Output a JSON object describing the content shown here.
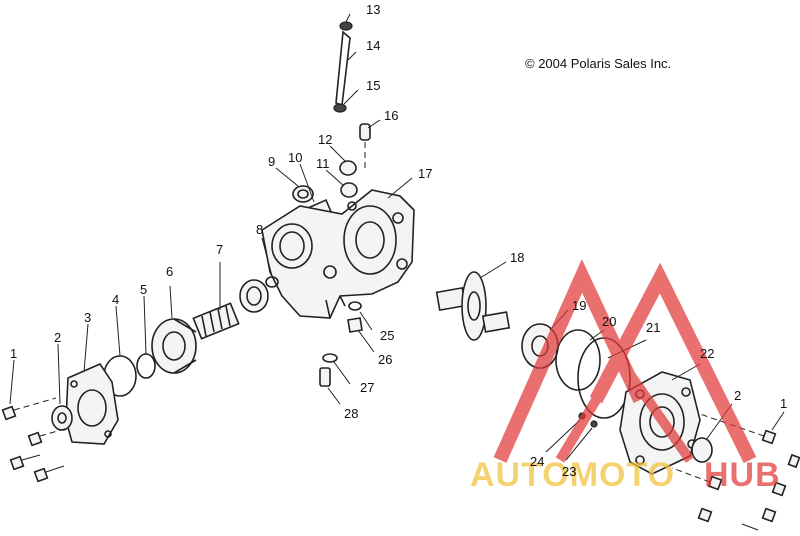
{
  "copyright": "© 2004 Polaris Sales Inc.",
  "watermark": {
    "brand_a": "AUTOMOTO",
    "brand_b": "HUB",
    "color_triangle": "#e23a3a",
    "color_text": "#f2c13a",
    "color_hub": "#e23a3a"
  },
  "callouts": {
    "c1a": "1",
    "c2a": "2",
    "c3": "3",
    "c4": "4",
    "c5": "5",
    "c6": "6",
    "c7": "7",
    "c8": "8",
    "c9": "9",
    "c10": "10",
    "c11": "11",
    "c12": "12",
    "c13": "13",
    "c14": "14",
    "c15": "15",
    "c16": "16",
    "c17": "17",
    "c18": "18",
    "c19": "19",
    "c20": "20",
    "c21": "21",
    "c22": "22",
    "c2b": "2",
    "c1b": "1",
    "c23": "23",
    "c24": "24",
    "c25": "25",
    "c26": "26",
    "c27": "27",
    "c28": "28"
  }
}
